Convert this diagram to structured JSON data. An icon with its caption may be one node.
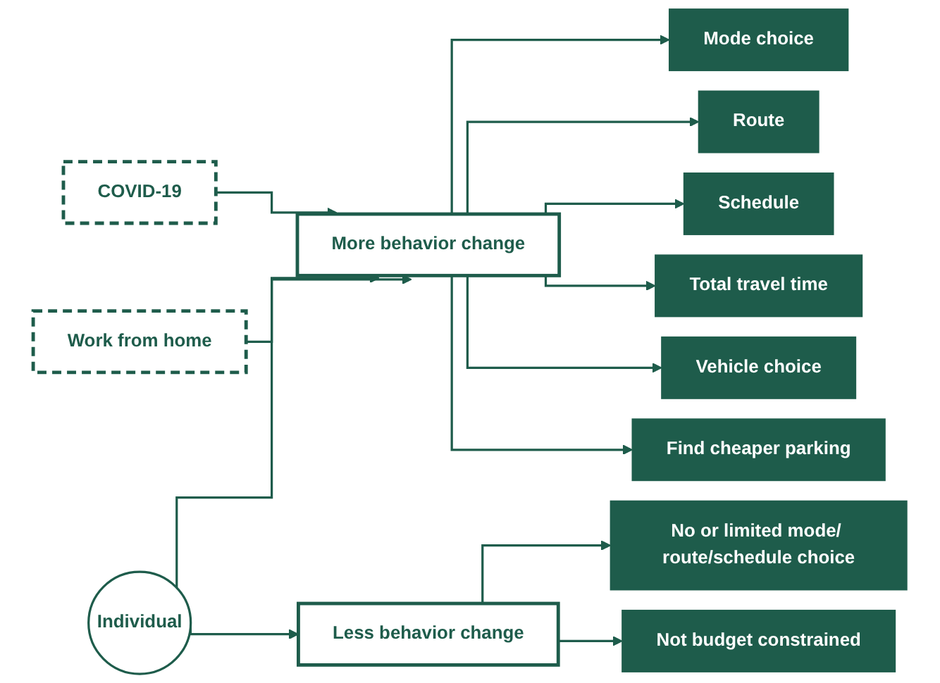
{
  "diagram": {
    "nodes": [
      {
        "text": [
          "COVID-19"
        ]
      },
      {
        "text": [
          "Work from home"
        ]
      },
      {
        "text": [
          "More behavior change"
        ]
      },
      {
        "text": [
          "Individual"
        ]
      },
      {
        "text": [
          "Less behavior change"
        ]
      },
      {
        "text": [
          "Mode choice"
        ]
      },
      {
        "text": [
          "Route"
        ]
      },
      {
        "text": [
          "Schedule"
        ]
      },
      {
        "text": [
          "Total travel time"
        ]
      },
      {
        "text": [
          "Vehicle choice"
        ]
      },
      {
        "text": [
          "Find cheaper parking"
        ]
      },
      {
        "text": [
          "No or limited mode/ route/schedule choice"
        ]
      },
      {
        "text": [
          "Not budget constrained"
        ]
      }
    ],
    "edges": [
      {
        "from": 0,
        "to": 2,
        "arrow": "to"
      },
      {
        "from": 1,
        "to": 2,
        "arrow": "to"
      },
      {
        "from": 3,
        "to": 2,
        "arrow": "to"
      },
      {
        "from": 3,
        "to": 4,
        "arrow": "to"
      },
      {
        "from": 2,
        "to": 5,
        "arrow": "to"
      },
      {
        "from": 2,
        "to": 6,
        "arrow": "to"
      },
      {
        "from": 2,
        "to": 7,
        "arrow": "to"
      },
      {
        "from": 2,
        "to": 8,
        "arrow": "to"
      },
      {
        "from": 2,
        "to": 9,
        "arrow": "to"
      },
      {
        "from": 2,
        "to": 10,
        "arrow": "to"
      },
      {
        "from": 4,
        "to": 11,
        "arrow": "to"
      },
      {
        "from": 4,
        "to": 12,
        "arrow": "to"
      }
    ]
  }
}
